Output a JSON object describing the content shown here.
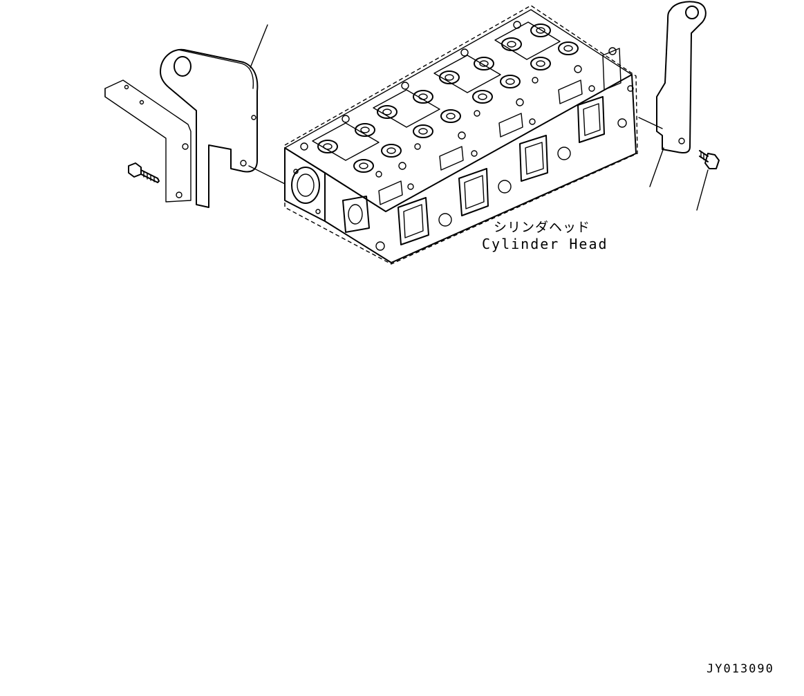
{
  "labels": {
    "part_jp": "シリンダヘッド",
    "part_en": "Cylinder Head"
  },
  "drawing_id": "JY013090",
  "icons": [
    "cylinder-head-drawing",
    "left-bracket-drawing",
    "right-bracket-drawing",
    "bolt-icon"
  ]
}
